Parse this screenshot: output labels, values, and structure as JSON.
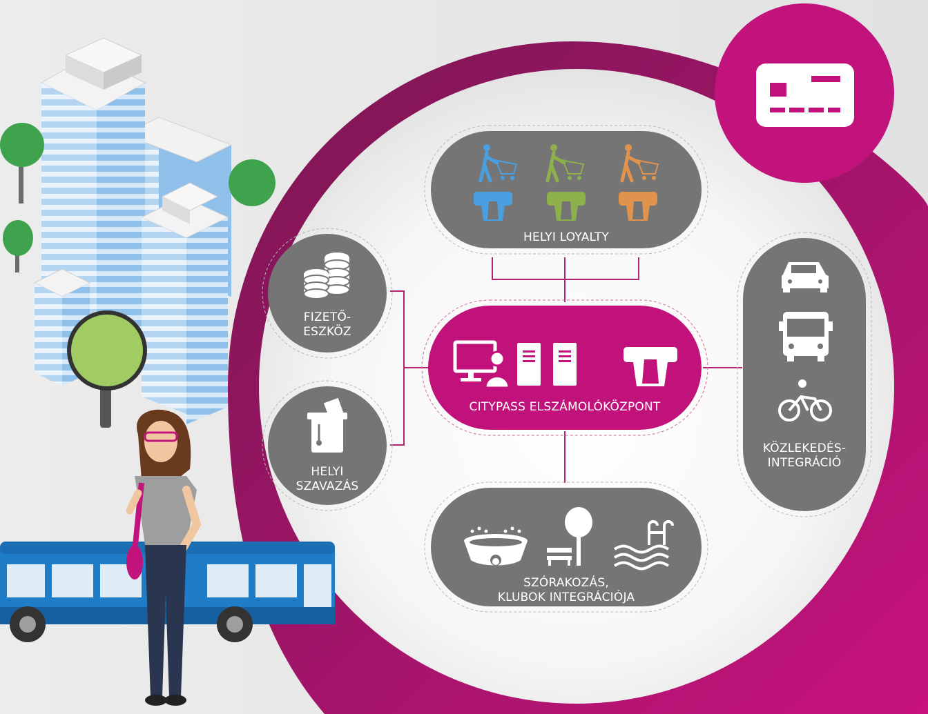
{
  "colors": {
    "magenta": "#c0127a",
    "magenta_dark": "#8d1558",
    "panel_gray": "#757575",
    "connector_magenta": "#b3226f",
    "connector_gray": "#9b9b9b",
    "loyalty_blue": "#4a9fe0",
    "loyalty_green": "#8db04c",
    "loyalty_orange": "#e0934c",
    "building_blue": "#9fc8ec",
    "bus_blue": "#1f7dc8",
    "tree_green": "#9cc75a"
  },
  "top_pill": {
    "label": "HELYI  LOYALTY",
    "icons": [
      "shopping-cart-person-blue-icon",
      "shopping-cart-person-green-icon",
      "shopping-cart-person-orange-icon",
      "card-terminal-blue-icon",
      "card-terminal-green-icon",
      "card-terminal-orange-icon"
    ]
  },
  "center_pill": {
    "label": "CITYPASS ELSZÁMOLÓKÖZPONT",
    "icons": [
      "monitor-user-icon",
      "server-icon",
      "server-icon",
      "card-terminal-icon"
    ]
  },
  "left_top_circle": {
    "line1": "FIZETŐ-",
    "line2": "ESZKÖZ",
    "icon": "coins-icon"
  },
  "left_bottom_circle": {
    "line1": "HELYI",
    "line2": "SZAVAZÁS",
    "icon": "ballot-box-icon"
  },
  "right_pill": {
    "line1": "KÖZLEKEDÉS-",
    "line2": "INTEGRÁCIÓ",
    "icons": [
      "car-icon",
      "bus-icon",
      "bicycle-icon"
    ]
  },
  "bottom_pill": {
    "line1": "SZÓRAKOZÁS,",
    "line2": "KLUBOK INTEGRÁCIÓJA",
    "icons": [
      "spa-pool-icon",
      "park-bench-tree-icon",
      "swimming-pool-icon"
    ]
  },
  "badge": {
    "icon": "card-icon"
  },
  "illustration": {
    "items": [
      "city-buildings-illustration",
      "trees-illustration",
      "city-bus-illustration",
      "woman-illustration"
    ]
  }
}
